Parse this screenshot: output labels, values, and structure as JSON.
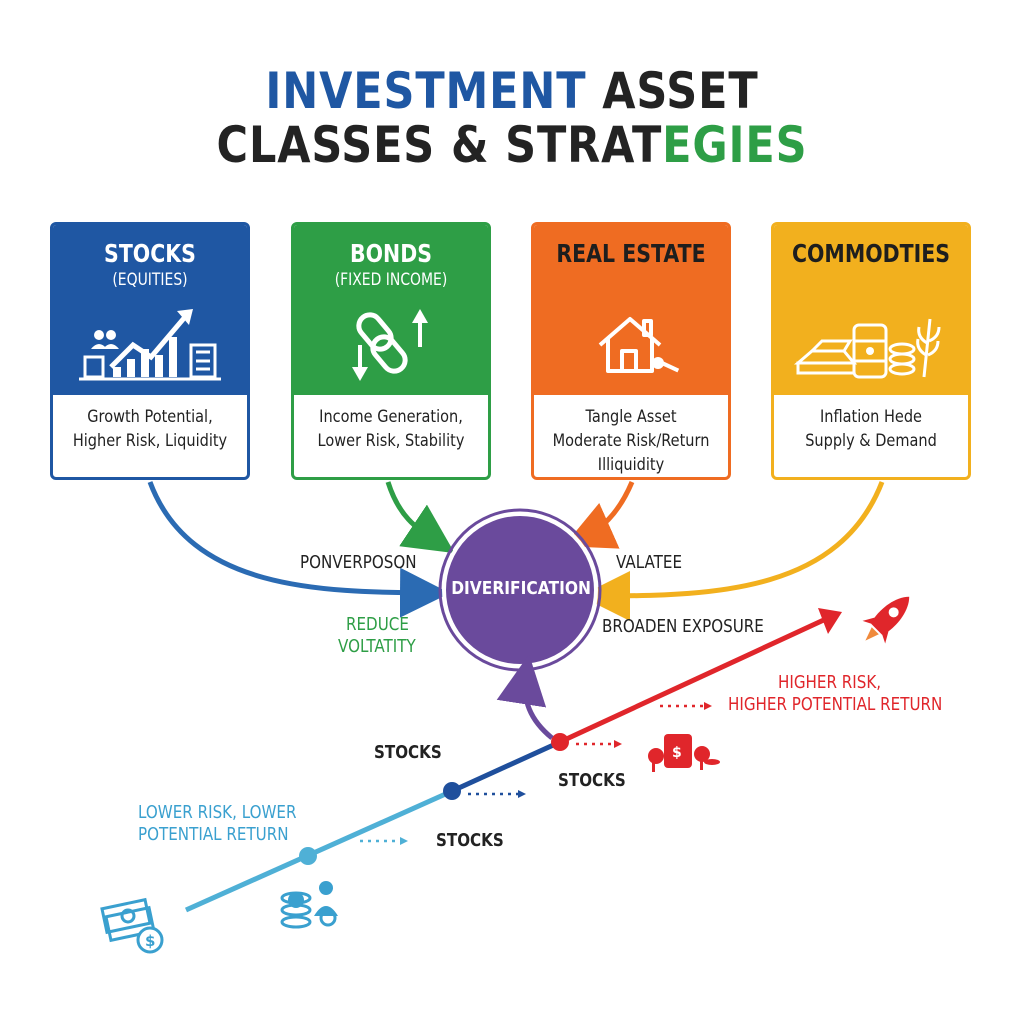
{
  "title": {
    "line1_blue": "INVESTMENT",
    "line1_dark": " ASSET",
    "line2_dark": "CLASSES & STRAT",
    "line2_green": "EGIES"
  },
  "cards": [
    {
      "name": "STOCKS",
      "sub": "(EQUITIES)",
      "desc1": "Growth Potential,",
      "desc2": "Higher Risk, Liquidity",
      "desc3": "",
      "color": "#1f57a3"
    },
    {
      "name": "BONDS",
      "sub": "(FIXED INCOME)",
      "desc1": "Income Generation,",
      "desc2": "Lower Risk, Stability",
      "desc3": "",
      "color": "#2e9e46"
    },
    {
      "name": "REAL ESTATE",
      "sub": "",
      "desc1": "Tangle Asset",
      "desc2": "Moderate Risk/Return",
      "desc3": "Illiquidity",
      "color": "#ef6c22"
    },
    {
      "name": "COMMODTIES",
      "sub": "",
      "desc1": "Inflation Hede",
      "desc2": "Supply & Demand",
      "desc3": "",
      "color": "#f2b01e"
    }
  ],
  "center": {
    "label": "DIVERIFICATION",
    "color": "#6a4a9c"
  },
  "labels": {
    "left_top": "PONVERPOSON",
    "left_bottom1": "REDUCE",
    "left_bottom2": "VOLTATITY",
    "right_top": "VALATEE",
    "right_bottom": "BROADEN EXPOSURE"
  },
  "risk": {
    "low1": "LOWER RISK, LOWER",
    "low2": "POTENTIAL RETURN",
    "high1": "HIGHER RISK,",
    "high2": "HIGHER POTENTIAL RETURN",
    "stocks_a": "STOCKS",
    "stocks_b": "STOCKS",
    "stocks_c": "STOCKS"
  },
  "icons": [
    "growth-chart-icon",
    "chain-link-icon",
    "house-key-icon",
    "gold-oil-wheat-icon",
    "rocket-icon",
    "money-icon",
    "coins-icon",
    "oil-barrel-icon"
  ]
}
